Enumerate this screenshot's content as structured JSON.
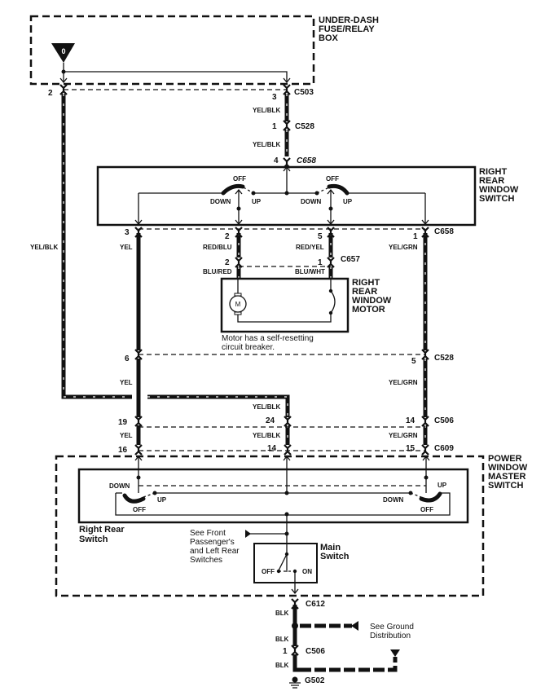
{
  "components": {
    "fuse_box": {
      "lines": [
        "UNDER-DASH",
        "FUSE/RELAY",
        "BOX"
      ],
      "fuse_label": "0"
    },
    "rear_switch": {
      "lines": [
        "RIGHT",
        "REAR",
        "WINDOW",
        "SWITCH"
      ],
      "positions": {
        "off": "OFF",
        "down": "DOWN",
        "up": "UP"
      }
    },
    "motor": {
      "lines": [
        "RIGHT",
        "REAR",
        "WINDOW",
        "MOTOR"
      ],
      "symbol": "M",
      "note": [
        "Motor has a self-resetting",
        "circuit breaker."
      ]
    },
    "master_switch": {
      "lines": [
        "POWER",
        "WINDOW",
        "MASTER",
        "SWITCH"
      ],
      "sub_label": [
        "Right Rear",
        "Switch"
      ],
      "see_front": [
        "See Front",
        "Passenger's",
        "and Left Rear",
        "Switches"
      ],
      "main_switch": [
        "Main",
        "Switch"
      ],
      "off": "OFF",
      "on": "ON"
    },
    "ground": {
      "see_ground": [
        "See Ground",
        "Distribution"
      ],
      "ground_id": "G502"
    }
  },
  "connectors": {
    "c503": {
      "id": "C503",
      "pins": [
        "2",
        "3"
      ]
    },
    "c528_top": {
      "id": "C528",
      "pin": "1"
    },
    "c658_top": {
      "id": "C658",
      "pin": "4"
    },
    "c658_bottom": {
      "id": "C658",
      "pins": [
        "3",
        "2",
        "5",
        "1"
      ]
    },
    "c657": {
      "id": "C657",
      "pins": [
        "2",
        "1"
      ]
    },
    "c528_mid": {
      "id": "C528",
      "pins": [
        "6",
        "5"
      ]
    },
    "c506_mid": {
      "id": "C506",
      "pins": [
        "19",
        "24",
        "14"
      ]
    },
    "c609": {
      "id": "C609",
      "pins": [
        "16",
        "14",
        "15"
      ]
    },
    "c612": {
      "id": "C612"
    },
    "c506_bottom": {
      "id": "C506",
      "pin": "1"
    }
  },
  "wires": {
    "yel_blk": "YEL/BLK",
    "yel": "YEL",
    "red_blu": "RED/BLU",
    "red_yel": "RED/YEL",
    "yel_grn": "YEL/GRN",
    "blu_red": "BLU/RED",
    "blu_wht": "BLU/WHT",
    "blk": "BLK"
  },
  "colors": {
    "ink": "#111111",
    "background": "#ffffff"
  }
}
